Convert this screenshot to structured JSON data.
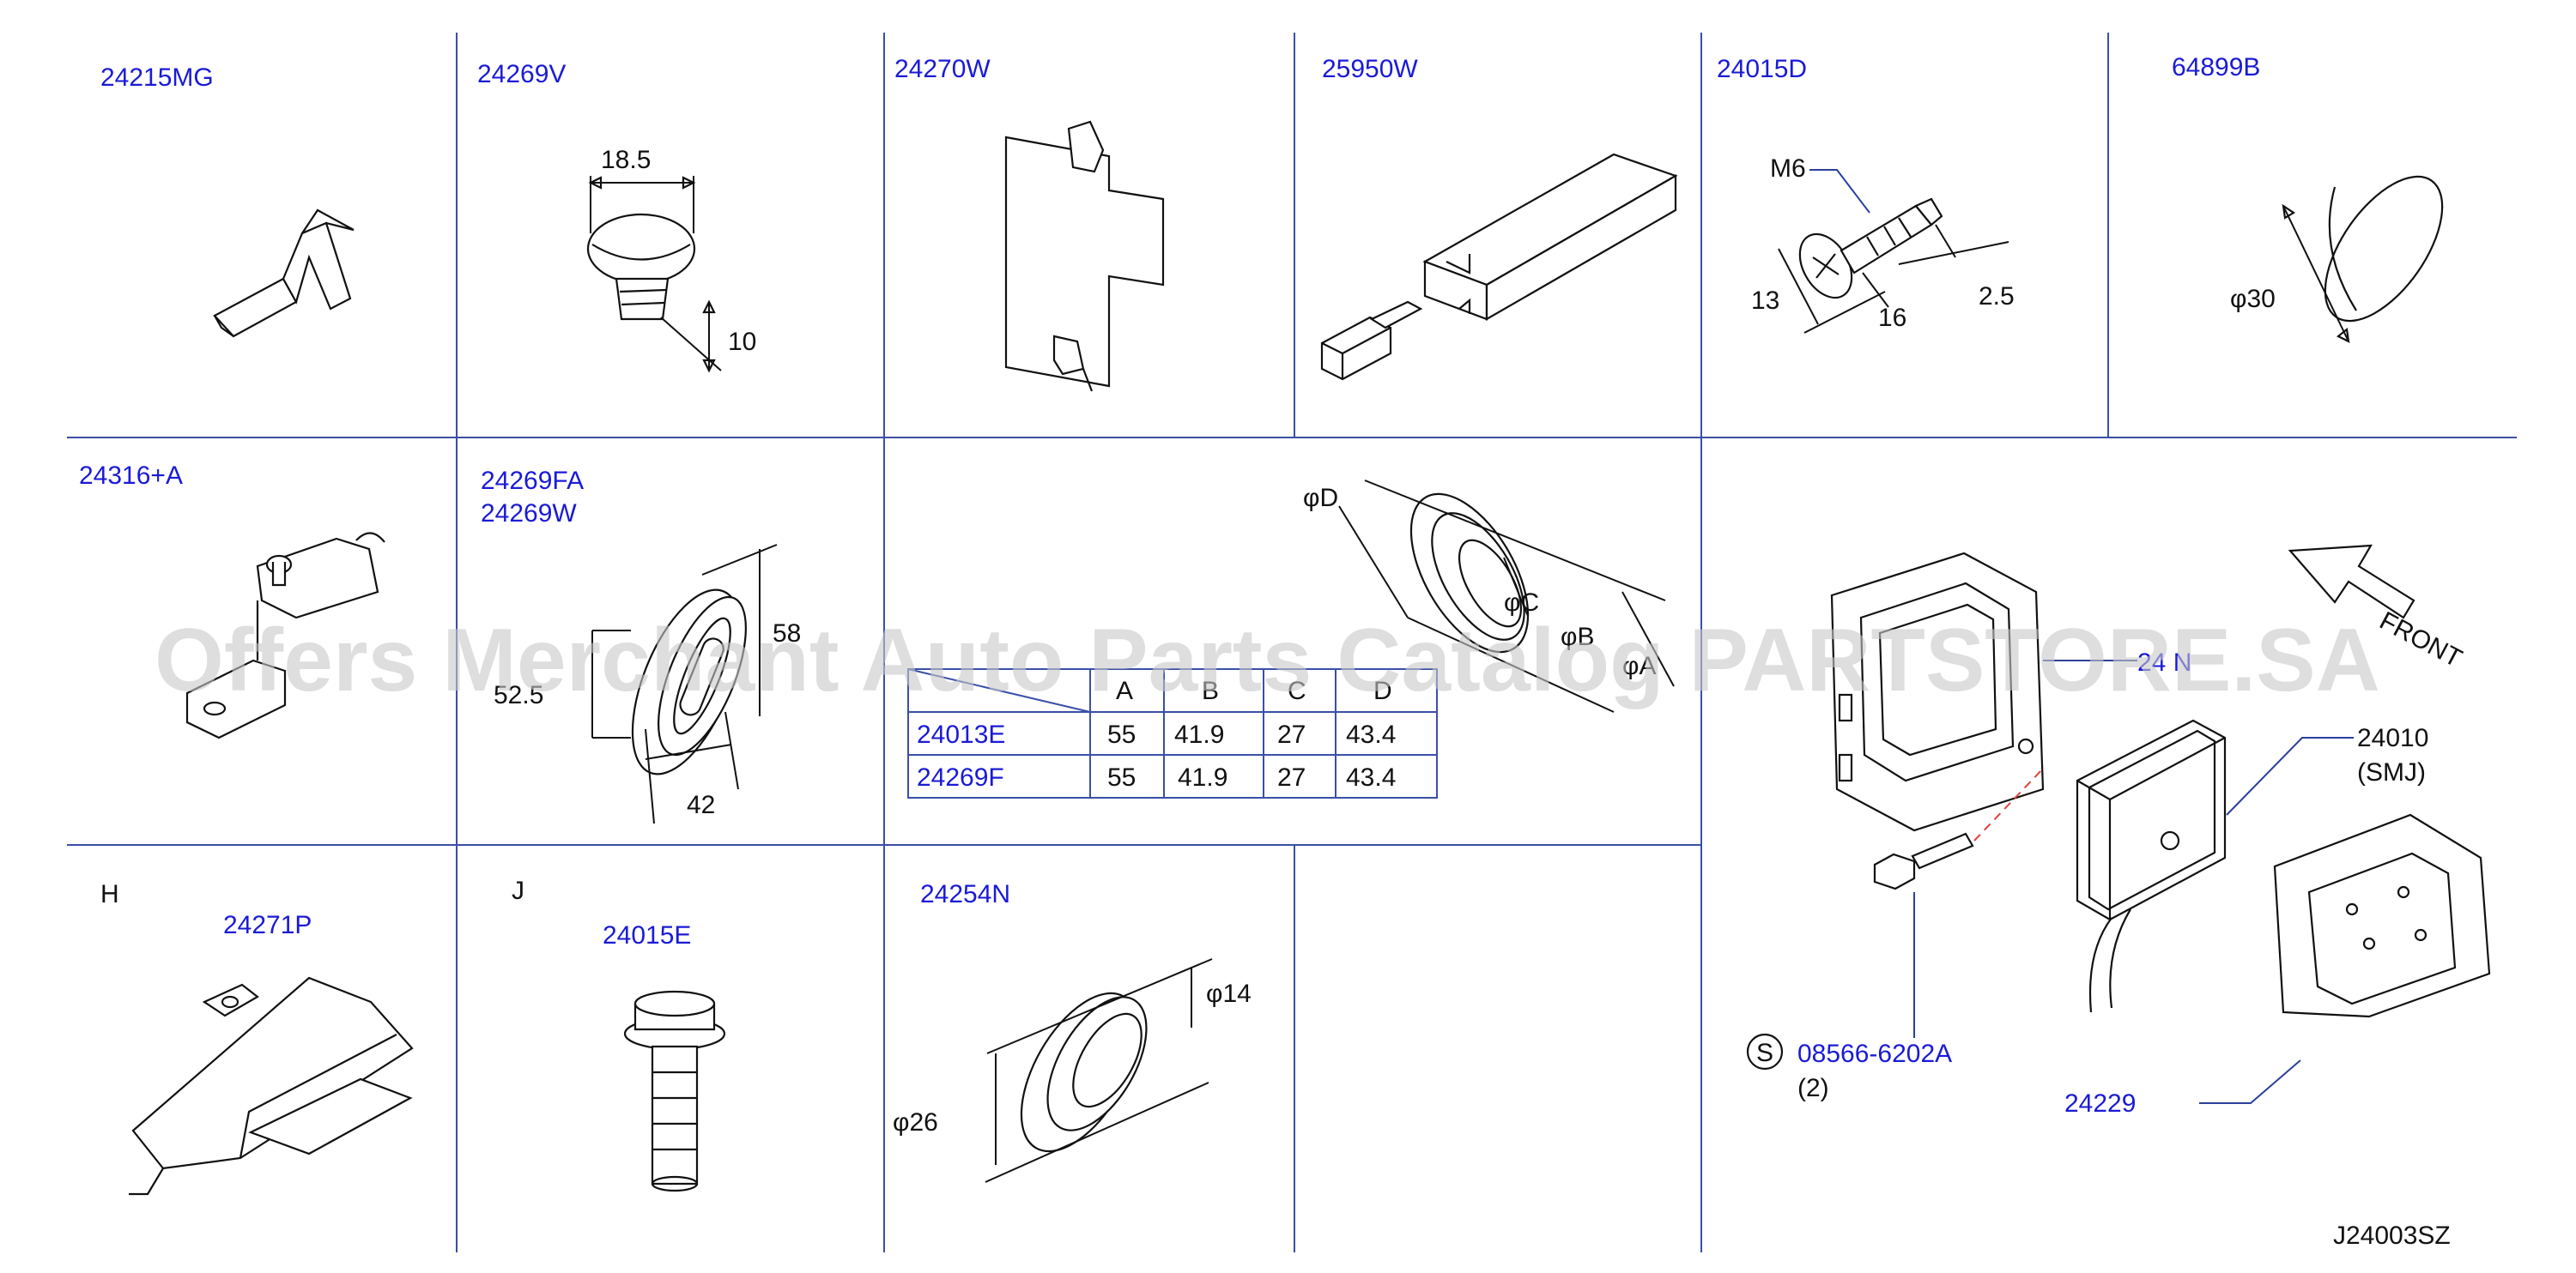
{
  "parts": {
    "p24215MG": "24215MG",
    "p24269V": "24269V",
    "p24270W": "24270W",
    "p25950W": "25950W",
    "p24015D": "24015D",
    "p64899B": "64899B",
    "p24316A": "24316+A",
    "p24269FA": "24269FA",
    "p24269W": "24269W",
    "p24271P": "24271P",
    "p24015E": "24015E",
    "p24254N": "24254N",
    "p24010": "24010",
    "p24010_sub": "(SMJ)",
    "p24229": "24229",
    "p08566": "08566-6202A",
    "p08566_qty": "(2)",
    "p24_n": "24   N"
  },
  "letters": {
    "h": "H",
    "j": "J",
    "s": "S"
  },
  "dims": {
    "d18_5": "18.5",
    "d10": "10",
    "dM6": "M6",
    "d13": "13",
    "d16": "16",
    "d2_5": "2.5",
    "dphi30": "φ30",
    "d58": "58",
    "d52_5": "52.5",
    "d42": "42",
    "dphiD": "φD",
    "dphiC": "φC",
    "dphiB": "φB",
    "dphiA": "φA",
    "dphi14": "φ14",
    "dphi26": "φ26",
    "front": "FRONT"
  },
  "grommet_table": {
    "headers": [
      "A",
      "B",
      "C",
      "D"
    ],
    "rows": [
      {
        "part": "24013E",
        "values": [
          "55",
          "41.9",
          "27",
          "43.4"
        ]
      },
      {
        "part": "24269F",
        "values": [
          "55",
          "41.9",
          "27",
          "43.4"
        ]
      }
    ]
  },
  "watermark": "Offers Merchant Auto Parts Catalog PARTSTORE.SA",
  "diagram_code": "J24003SZ",
  "colors": {
    "part_number": "#1a1ad6",
    "grid": "#3a4fa8",
    "ink": "#111111",
    "leader": "#2a3f9c",
    "hidden_line": "#e04040"
  }
}
